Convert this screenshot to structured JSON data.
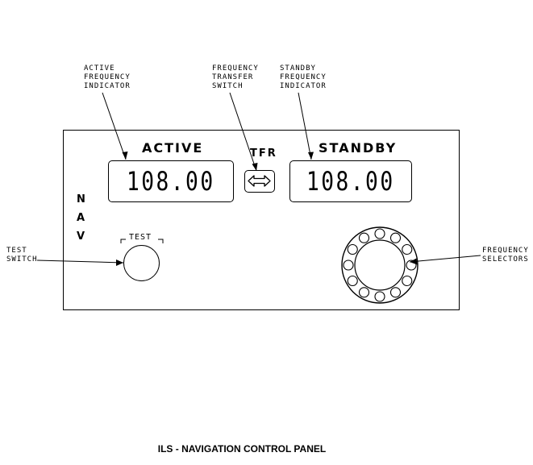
{
  "callouts": {
    "active_indicator": "ACTIVE\nFREQUENCY\nINDICATOR",
    "transfer_switch": "FREQUENCY\nTRANSFER\nSWITCH",
    "standby_indicator": "STANDBY\nFREQUENCY\nINDICATOR",
    "test_switch": "TEST\nSWITCH",
    "frequency_selectors": "FREQUENCY\nSELECTORS"
  },
  "panel": {
    "active_label": "ACTIVE",
    "standby_label": "STANDBY",
    "tfr_label": "TFR",
    "active_frequency": "108.00",
    "standby_frequency": "108.00",
    "nav_letters": [
      "N",
      "A",
      "V"
    ],
    "test_label": "TEST"
  },
  "caption": "ILS - NAVIGATION CONTROL PANEL",
  "icons": {
    "transfer": "double-arrow-icon",
    "knob": "knurled-knob-icon"
  }
}
